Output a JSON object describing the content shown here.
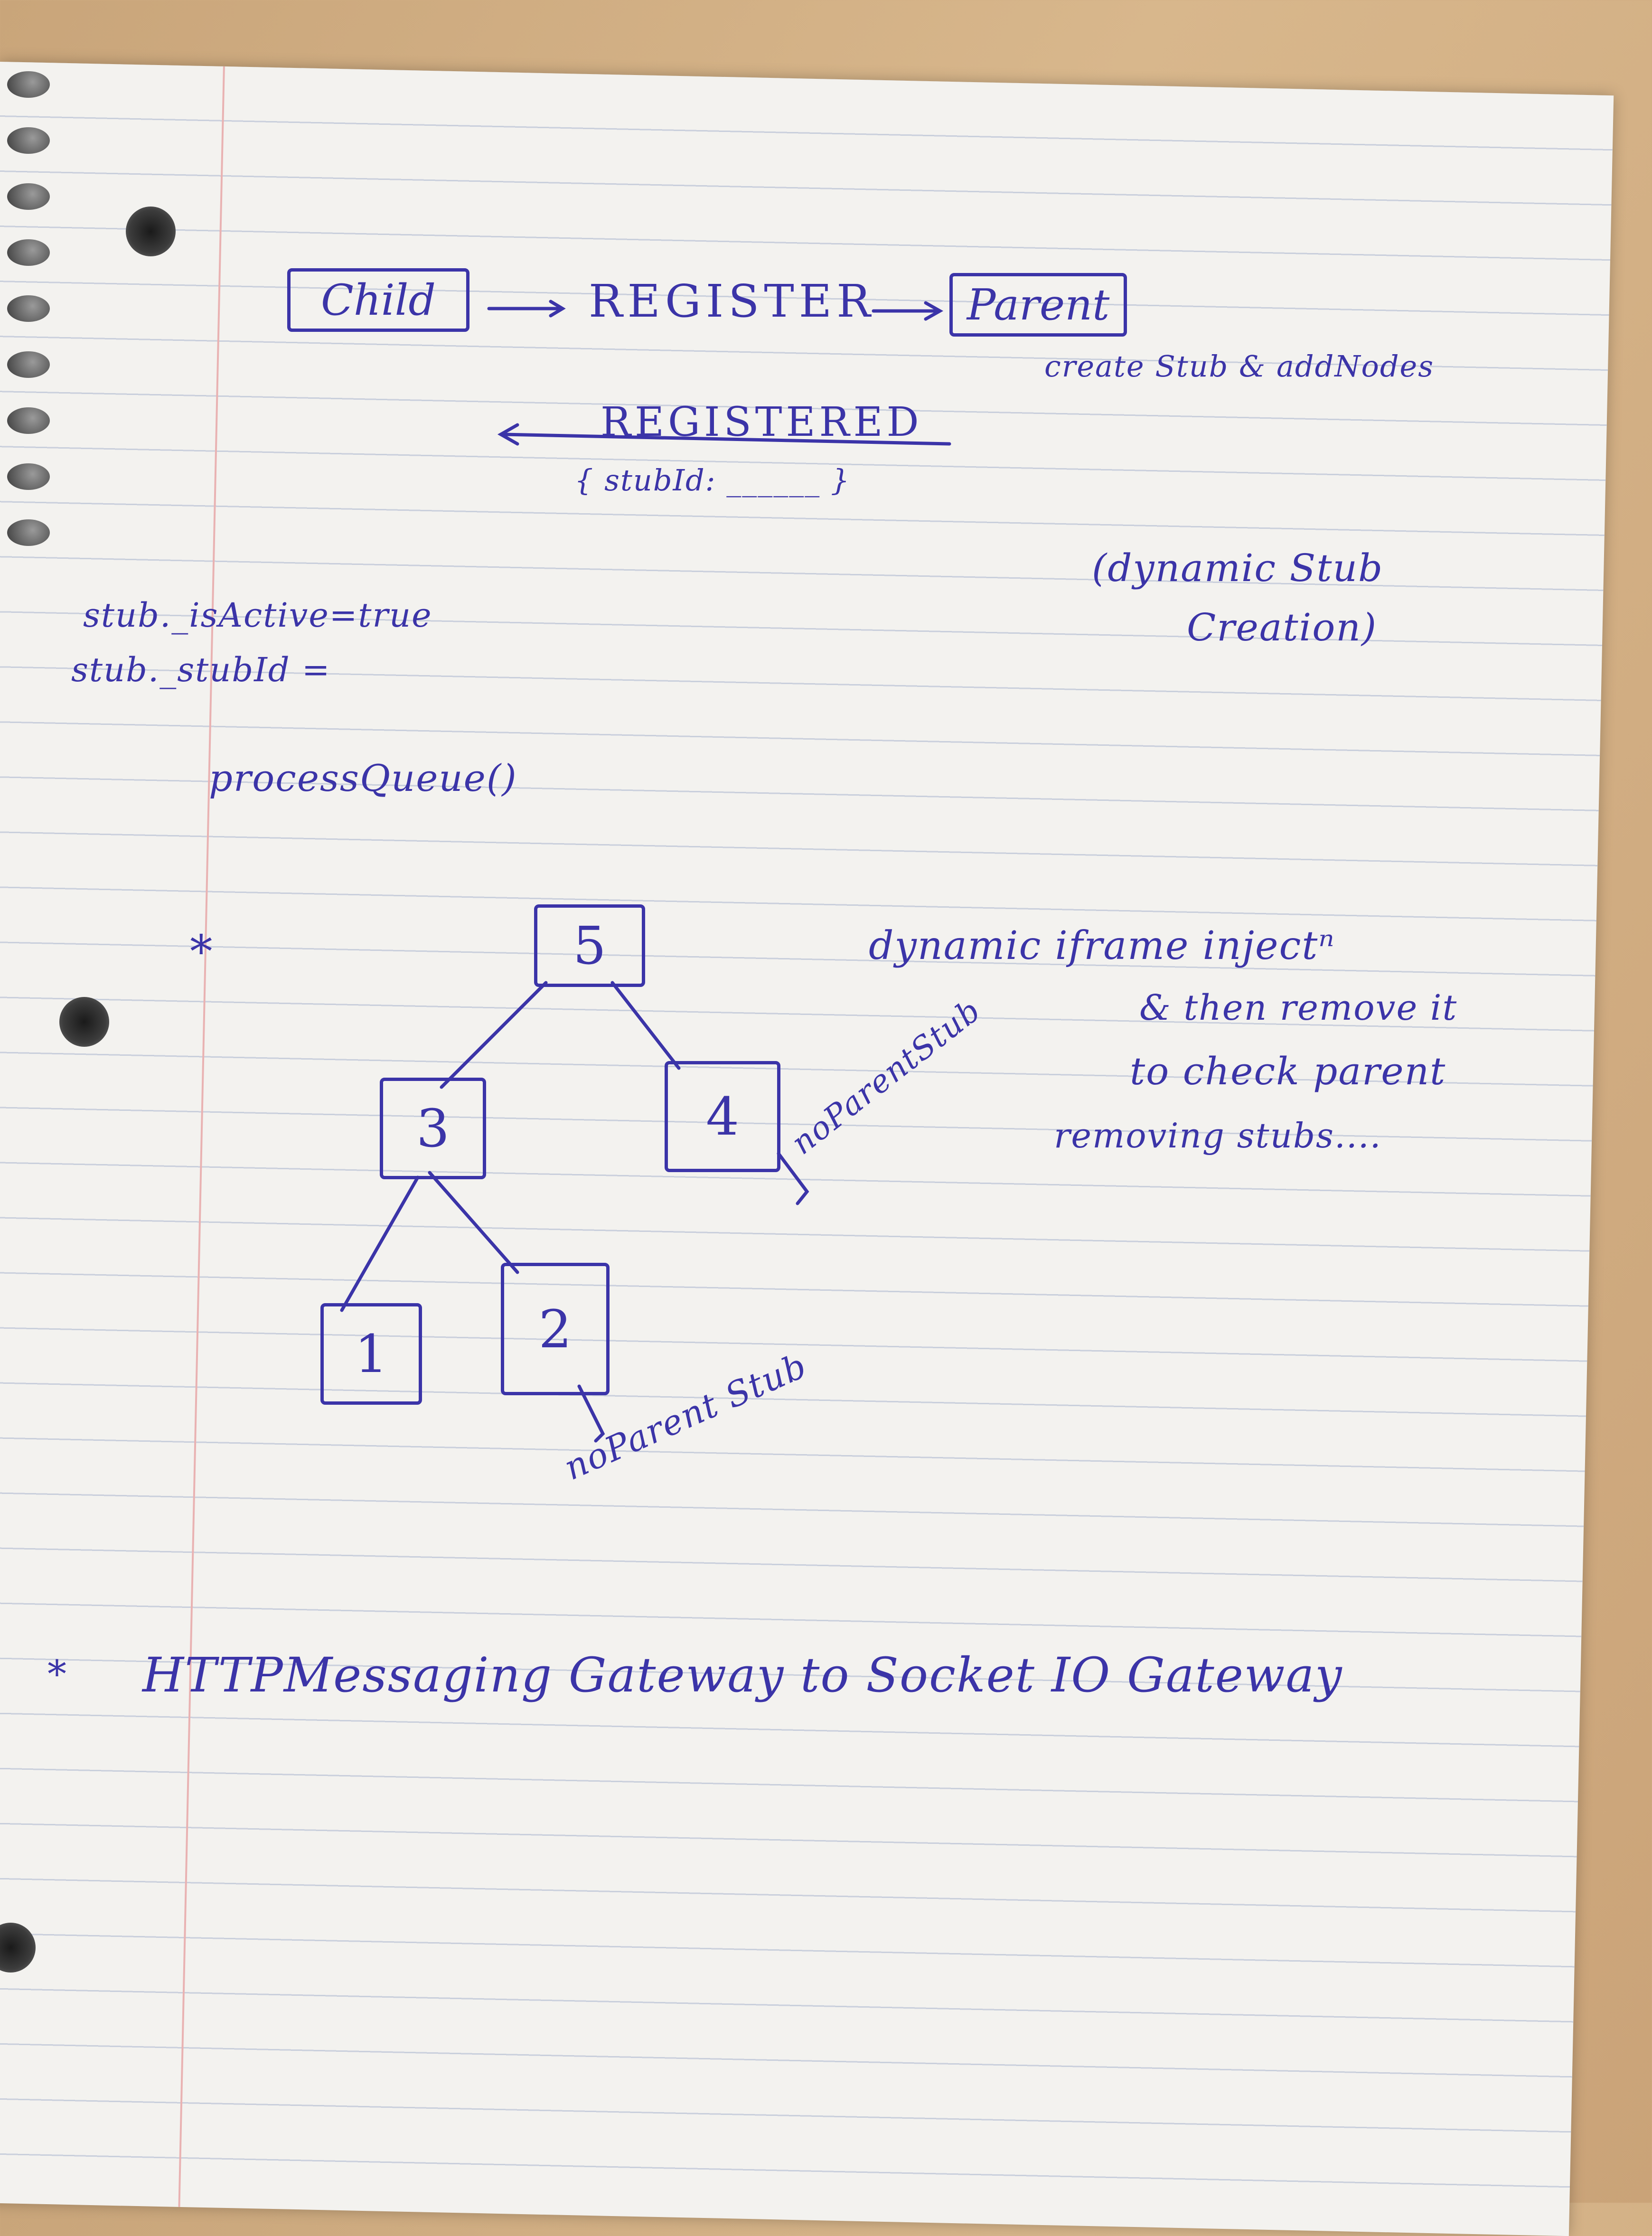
{
  "flow": {
    "child_label": "Child",
    "register_label": "REGISTER",
    "parent_label": "Parent",
    "parent_note": "create Stub & addNodes",
    "registered_label": "REGISTERED",
    "stub_id_note": "{ stubId: ______ }",
    "dynamic_note_line1": "(dynamic Stub",
    "dynamic_note_line2": "Creation)"
  },
  "code_notes": {
    "line1": "stub._isActive=true",
    "line2": "stub._stubId =",
    "line3": "processQueue()"
  },
  "tree": {
    "star": "*",
    "nodes": [
      "5",
      "3",
      "4",
      "1",
      "2"
    ],
    "no_parent_label_4": "noParentStub",
    "no_parent_label_2": "noParent Stub"
  },
  "iframe_note": {
    "line1": "dynamic iframe injectⁿ",
    "line2": "& then remove it",
    "line3": "to check parent",
    "line4": "removing stubs...."
  },
  "gateway_note": {
    "star": "*",
    "text": "HTTPMessaging Gateway  to Socket IO Gateway"
  },
  "colors": {
    "ink": "#3b34a8",
    "paper": "#f3f2ef",
    "rule": "#c9cfdc",
    "margin": "#e9b2b2"
  }
}
